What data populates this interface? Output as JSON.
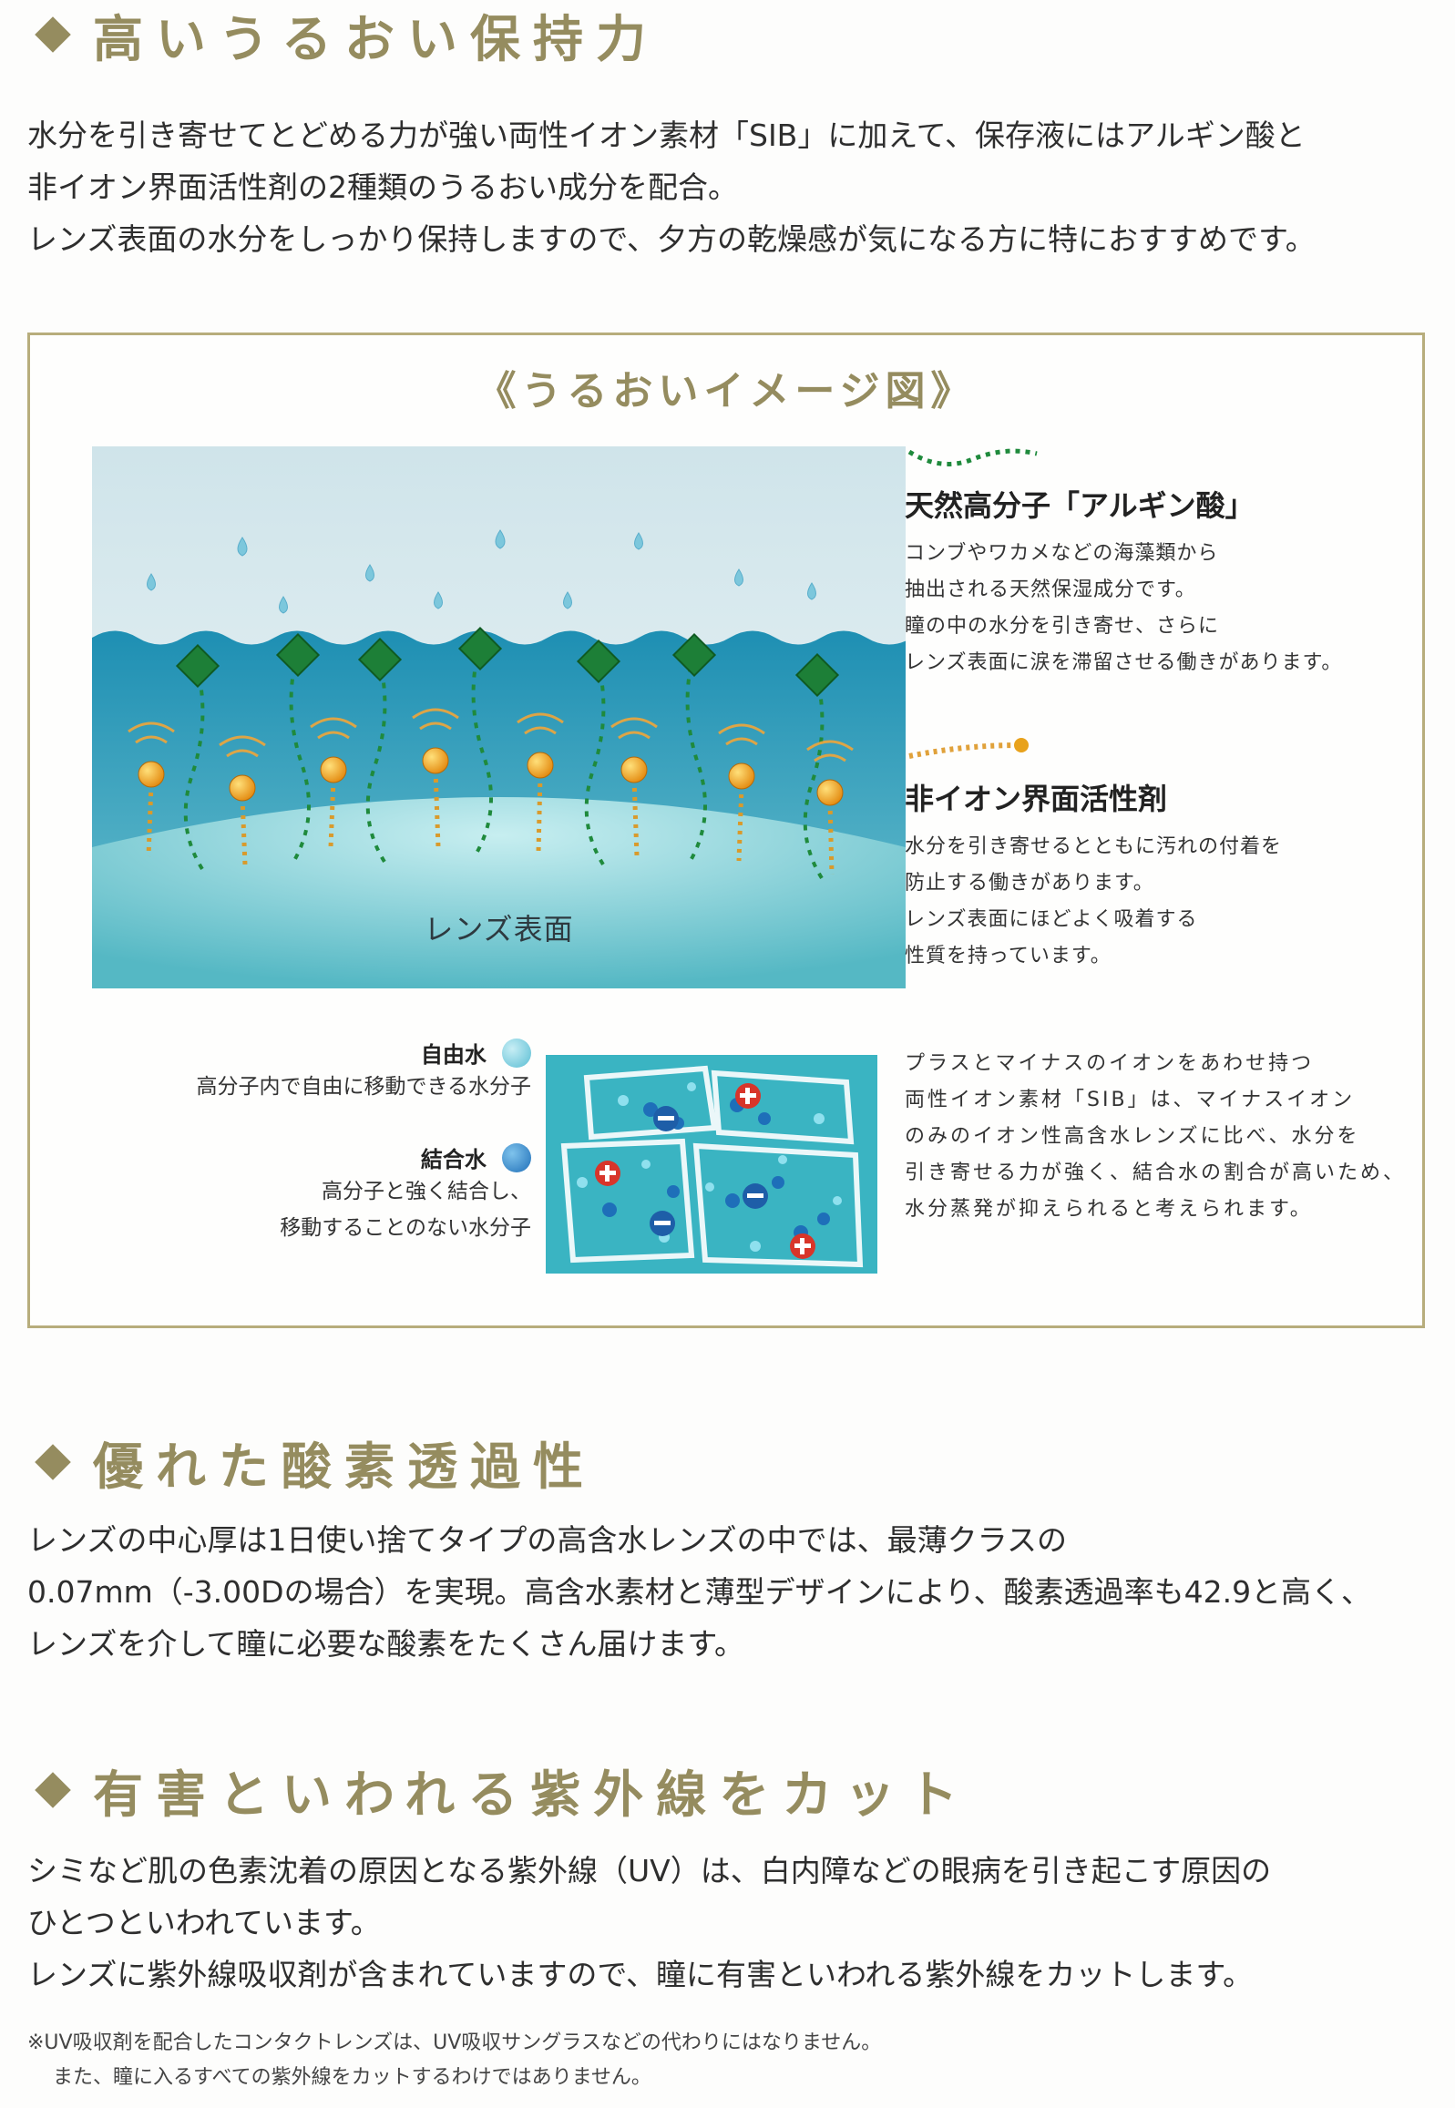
{
  "sections": {
    "moisture": {
      "title": "高いうるおい保持力",
      "paragraph": [
        "水分を引き寄せてとどめる力が強い両性イオン素材「SIB」に加えて、保存液にはアルギン酸と",
        "非イオン界面活性剤の2種類のうるおい成分を配合。",
        "レンズ表面の水分をしっかり保持しますので、夕方の乾燥感が気になる方に特におすすめです。"
      ]
    },
    "oxygen": {
      "title": "優れた酸素透過性",
      "paragraph": [
        "レンズの中心厚は1日使い捨てタイプの高含水レンズの中では、最薄クラスの",
        "0.07mm（-3.00Dの場合）を実現。高含水素材と薄型デザインにより、酸素透過率も42.9と高く、",
        "レンズを介して瞳に必要な酸素をたくさん届けます。"
      ]
    },
    "uv": {
      "title": "有害といわれる紫外線をカット",
      "paragraph": [
        "シミなど肌の色素沈着の原因となる紫外線（UV）は、白内障などの眼病を引き起こす原因の",
        "ひとつといわれています。",
        "レンズに紫外線吸収剤が含まれていますので、瞳に有害といわれる紫外線をカットします。"
      ],
      "notes": [
        "※UV吸収剤を配合したコンタクトレンズは、UV吸収サングラスなどの代わりにはなりません。",
        "また、瞳に入るすべての紫外線をカットするわけではありません。"
      ]
    }
  },
  "diagram": {
    "title": "《うるおいイメージ図》",
    "lens_surface_label": "レンズ表面",
    "alginic": {
      "title": "天然高分子「アルギン酸」",
      "desc": [
        "コンブやワカメなどの海藻類から",
        "抽出される天然保湿成分です。",
        "瞳の中の水分を引き寄せ、さらに",
        "レンズ表面に涙を滞留させる働きがあります。"
      ]
    },
    "surfactant": {
      "title": "非イオン界面活性剤",
      "desc": [
        "水分を引き寄せるとともに汚れの付着を",
        "防止する働きがあります。",
        "レンズ表面にほどよく吸着する",
        "性質を持っています。"
      ]
    },
    "free_water": {
      "name": "自由水",
      "desc": "高分子内で自由に移動できる水分子"
    },
    "bound_water": {
      "name": "結合水",
      "desc": [
        "高分子と強く結合し、",
        "移動することのない水分子"
      ]
    },
    "sib_text": [
      "プラスとマイナスのイオンをあわせ持つ",
      "両性イオン素材「SIB」は、マイナスイオン",
      "のみのイオン性高含水レンズに比べ、水分を",
      "引き寄せる力が強く、結合水の割合が高いため、",
      "水分蒸発が抑えられると考えられます。"
    ],
    "colors": {
      "accent_gold": "#958c5f",
      "alginic_green": "#1f8a3c",
      "surfactant_orange": "#e8a21c",
      "water_blue": "#3fa3d4"
    }
  }
}
